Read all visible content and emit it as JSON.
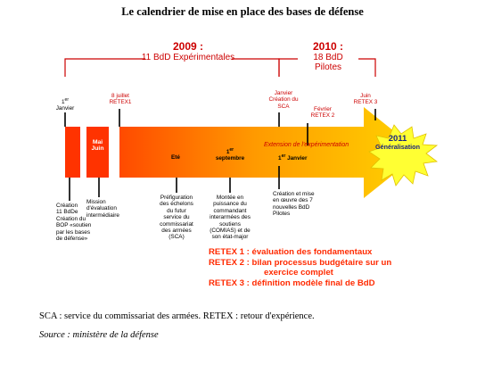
{
  "title": "Le calendrier de mise en place des bases de défense",
  "years": [
    {
      "year": "2009 :",
      "subtitle": "11 BdD Expérimentales"
    },
    {
      "year": "2010 :",
      "subtitle_lines": [
        "18 BdD",
        "Pilotes"
      ]
    }
  ],
  "top_labels": {
    "janvier_2009": {
      "num": "1",
      "sup": "er",
      "text": "Janvier"
    },
    "juillet": {
      "lines": [
        "8 juillet",
        "RETEX1"
      ]
    },
    "janvier_2010": {
      "lines": [
        "Janvier",
        "Création du",
        "SCA"
      ]
    },
    "fevrier": {
      "lines": [
        "Février",
        "RETEX 2"
      ]
    },
    "juin": {
      "lines": [
        "Juin",
        "RETEX 3"
      ]
    }
  },
  "arrow_labels": {
    "mai_juin": [
      "Mai",
      "Juin"
    ],
    "ete": "Eté",
    "septembre": {
      "num": "1",
      "sup": "er",
      "text": "septembre"
    },
    "extension": "Extension de l'expérimentation",
    "janvier_bottom": {
      "num": "1",
      "sup": "er",
      "text": "Janvier"
    },
    "generalisation": {
      "year": "2011",
      "text": "Généralisation"
    }
  },
  "bottom_labels": {
    "creation": [
      "Création",
      "11 BdDe",
      "Création du",
      "BOP «soutien",
      "par les bases",
      "de défense»"
    ],
    "mission": [
      "Mission",
      "d'évaluation",
      "intermédiaire"
    ],
    "prefiguration": [
      "Préfiguration",
      "des échelons",
      "du futur",
      "service du",
      "commissariat",
      "des armées",
      "(SCA)"
    ],
    "montee": [
      "Montée en",
      "puissance du",
      "commandant",
      "interarmées des",
      "soutiens",
      "(COMIAS) et de",
      "son état-major"
    ],
    "creation_2010": [
      "Création et mise",
      "en œuvre des 7",
      "nouvelles BdD",
      "Pilotes"
    ]
  },
  "retex": [
    "RETEX 1 : évaluation des fondamentaux",
    "RETEX 2 : bilan processus budgétaire sur un",
    "exercice complet",
    "RETEX 3 : définition modèle final de BdD"
  ],
  "note": "SCA : service du commissariat des armées. RETEX : retour d'expérience.",
  "source": "Source : ministère de la défense",
  "colors": {
    "red": "#cc0000",
    "arrow_start": "#ff4a00",
    "arrow_mid": "#ff9a00",
    "arrow_end": "#ffd400",
    "star": "#ffff33",
    "navy": "#1a237e",
    "retex": "#ff2a00"
  }
}
